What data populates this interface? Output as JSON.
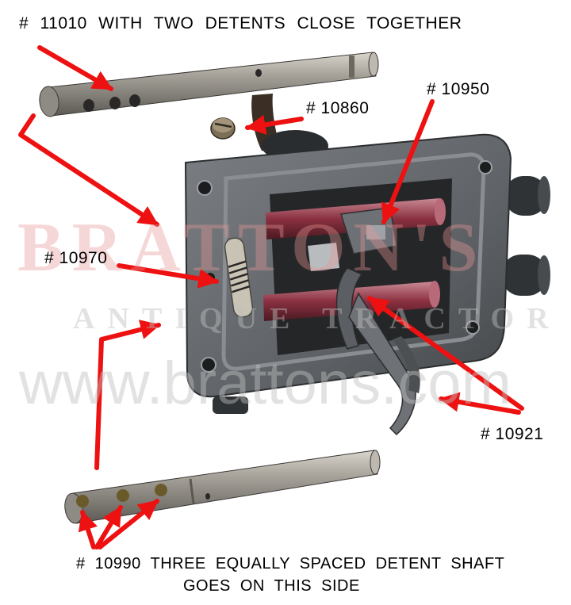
{
  "labels": {
    "p11010": "# 11010  WITH  TWO  DETENTS  CLOSE  TOGETHER",
    "p10860": "# 10860",
    "p10950": "# 10950",
    "p10970": "# 10970",
    "p10921": "# 10921",
    "p10990_line1": "# 10990   THREE  EQUALLY SPACED  DETENT  SHAFT",
    "p10990_line2": "GOES  ON  THIS  SIDE"
  },
  "watermark": {
    "brand": "BRATTON'S",
    "tagline": "ANTIQUE TRACTOR PARTS",
    "url": "www.brattons.com"
  },
  "colors": {
    "arrow": "#ee1111",
    "housing": "#6b6f73",
    "housing_dark": "#3a3d40",
    "shaft": "#a9a49c",
    "rod_red": "#8a3040",
    "rubber": "#2f3336",
    "watermark_red": "#e8b6b6",
    "watermark_grey": "#d0d0d0"
  }
}
